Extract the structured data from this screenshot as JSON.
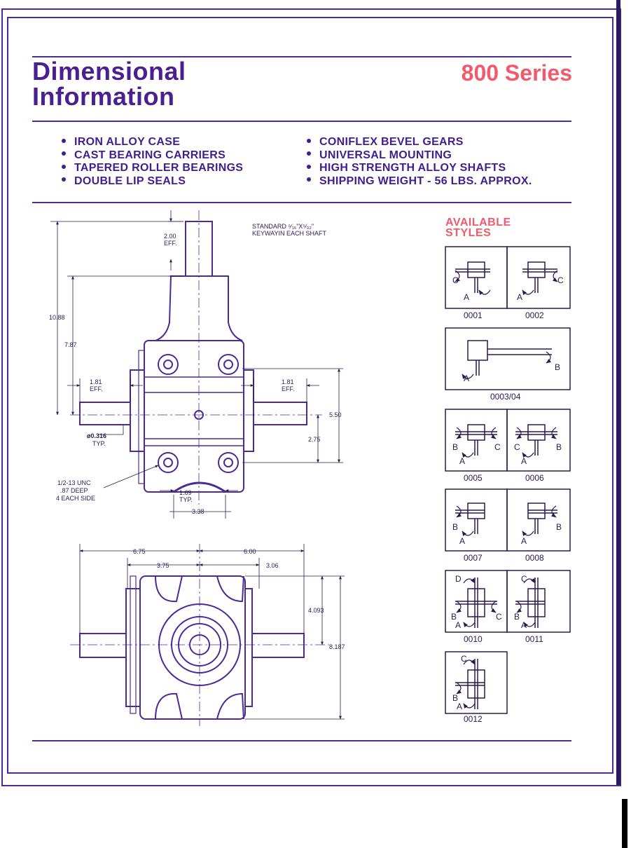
{
  "header": {
    "title_line1": "Dimensional",
    "title_line2": "Information",
    "series": "800 Series"
  },
  "features_left": [
    "IRON ALLOY CASE",
    "CAST BEARING CARRIERS",
    "TAPERED ROLLER BEARINGS",
    "DOUBLE LIP SEALS"
  ],
  "features_right": [
    "CONIFLEX BEVEL GEARS",
    "UNIVERSAL MOUNTING",
    "HIGH STRENGTH ALLOY SHAFTS",
    "SHIPPING WEIGHT -  56 LBS. APPROX."
  ],
  "drawing": {
    "keyway_note_1": "STANDARD ⁵⁄₁₆\"X⁵⁄₃₂\"",
    "keyway_note_2": "KEYWAYIN EACH SHAFT",
    "dim_2_00": "2.00",
    "eff": "EFF.",
    "dim_10_88": "10.88",
    "dim_7_87": "7.87",
    "dim_1_81": "1.81",
    "dim_5_50": "5.50",
    "dim_0_316": "ø0.316",
    "typ": "TYP.",
    "dim_2_75": "2.75",
    "tap_note_1": "1/2-13 UNC",
    "tap_note_2": ".87 DEEP",
    "tap_note_3": "4 EACH SIDE",
    "dim_1_69": "1.69",
    "dim_3_38": "3.38",
    "dim_6_75": "6.75",
    "dim_6_00": "6.00",
    "dim_3_75": "3.75",
    "dim_3_06": "3.06",
    "dim_4_093": "4.093",
    "dim_8_187": "8.187"
  },
  "styles": {
    "heading_1": "AVAILABLE",
    "heading_2": "STYLES",
    "codes": [
      "0001",
      "0002",
      "0003/04",
      "0005",
      "0006",
      "0007",
      "0008",
      "0010",
      "0011",
      "0012"
    ],
    "letters": {
      "a": "A",
      "b": "B",
      "c": "C",
      "d": "D"
    }
  },
  "colors": {
    "ink": "#3a1f8a",
    "accent": "#f05a6a",
    "drawing": "#4b2a9a"
  }
}
